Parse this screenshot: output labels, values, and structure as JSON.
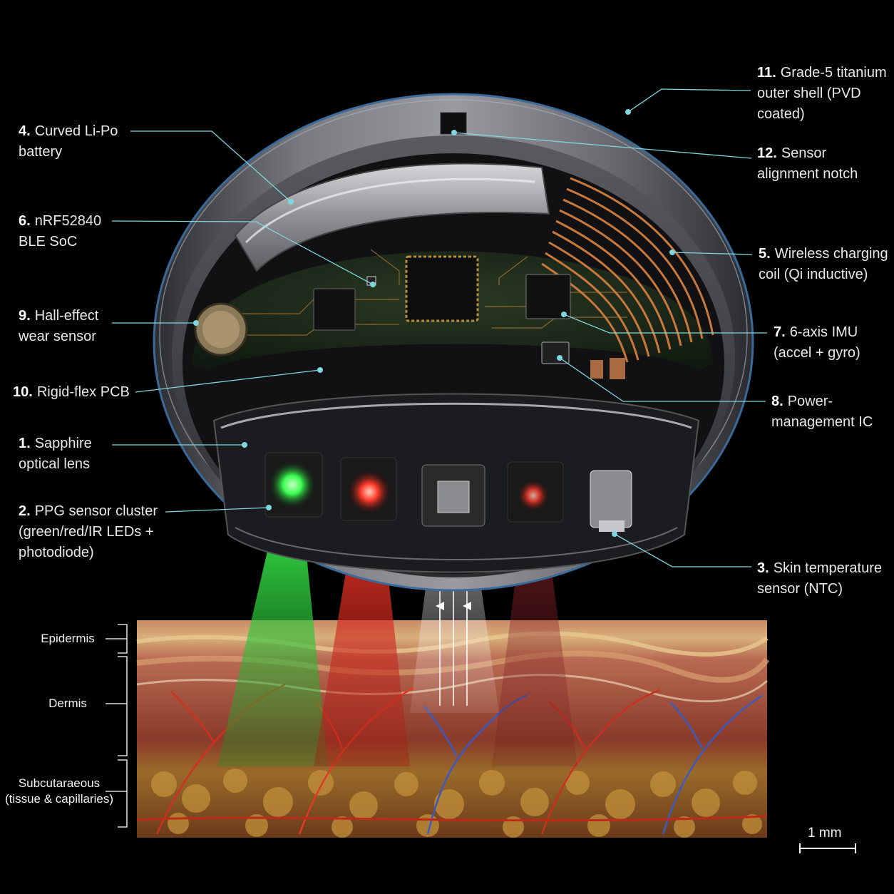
{
  "labels": [
    {
      "num": "11.",
      "text": "Grade-5 titanium\nouter shell (PVD\ncoated)"
    },
    {
      "num": "4.",
      "text": "Curved Li-Po\nbattery"
    },
    {
      "num": "12.",
      "text": "Sensor\nalignment notch"
    },
    {
      "num": "6.",
      "text": "nRF52840\nBLE SoC"
    },
    {
      "num": "5.",
      "text": "Wireless charging\ncoil (Qi inductive)"
    },
    {
      "num": "9.",
      "text": "Hall-effect\nwear sensor"
    },
    {
      "num": "7.",
      "text": "6-axis IMU\n(accel + gyro)"
    },
    {
      "num": "10.",
      "text": "Rigid-flex PCB"
    },
    {
      "num": "8.",
      "text": "Power-\nmanagement IC"
    },
    {
      "num": "1.",
      "text": "Sapphire\noptical lens"
    },
    {
      "num": "2.",
      "text": "PPG sensor cluster\n(green/red/IR LEDs +\nphotodiode)"
    },
    {
      "num": "3.",
      "text": "Skin temperature\nsensor (NTC)"
    }
  ],
  "layers": {
    "epidermis": "Epidermis",
    "dermis": "Dermis",
    "subcutaneous": "Subcutaraeous\n(tissue & capillaries)"
  },
  "scale": {
    "label": "1 mm"
  },
  "colors": {
    "leader": "#7fd6dc",
    "green_led": "#39ff4a",
    "red_led": "#ff3a2a",
    "titanium": "#6a6a6e",
    "copper": "#c9783c",
    "pcb": "#1c2a1a"
  }
}
